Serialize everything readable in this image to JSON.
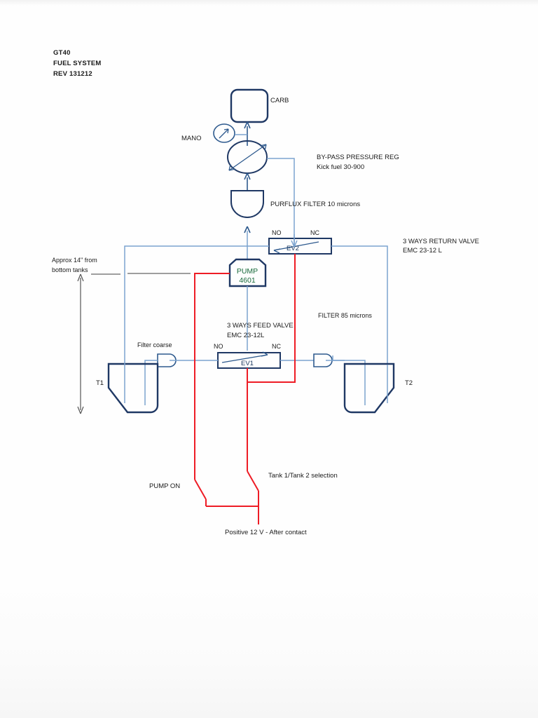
{
  "document": {
    "title_lines": [
      "GT40",
      "FUEL SYSTEM",
      "REV 131212"
    ],
    "sheet_color": "#fefefe"
  },
  "colors": {
    "pipe": "#2e5a8e",
    "pipe_light": "#7ba3cf",
    "vessel": "#1f3864",
    "wire": "#ee1c25",
    "pump_text": "#186a3b",
    "text": "#1a1a1a"
  },
  "components": {
    "carb": {
      "label": "CARB"
    },
    "mano": {
      "label": "MANO"
    },
    "bypass_regulator": {
      "label_line1": "BY-PASS PRESSURE REG",
      "label_line2": "Kick fuel 30-900"
    },
    "purflux_filter": {
      "label": "PURFLUX FILTER 10 microns"
    },
    "return_valve": {
      "tag": "EV2",
      "port_left": "NO",
      "port_right": "NC",
      "label_line1": "3 WAYS RETURN VALVE",
      "label_line2": "EMC 23-12 L"
    },
    "feed_valve": {
      "tag": "EV1",
      "port_left": "NO",
      "port_right": "NC",
      "label_line1": "3 WAYS FEED VALVE",
      "label_line2": "EMC 23-12L"
    },
    "pump": {
      "line1": "PUMP",
      "line2": "4601"
    },
    "coarse_filter": {
      "label": "Filter coarse"
    },
    "fine_filter": {
      "label": "FILTER 85 microns"
    },
    "tank_1": {
      "label": "T1"
    },
    "tank_2": {
      "label": "T2"
    },
    "dimension": {
      "line1": "Approx 14\" from",
      "line2": "bottom tanks"
    }
  },
  "wiring": {
    "pump_switch_label": "PUMP ON",
    "tank_switch_label": "Tank 1/Tank 2 selection",
    "supply_label": "Positive 12 V - After contact"
  }
}
